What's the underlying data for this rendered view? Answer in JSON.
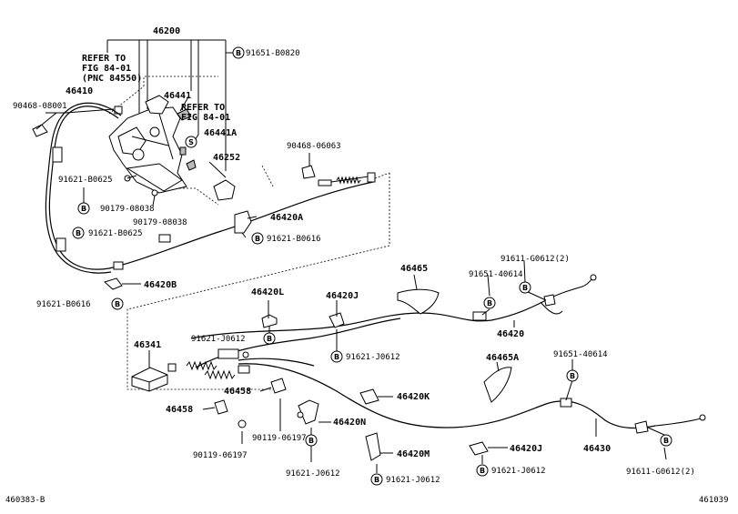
{
  "labels": {
    "p46200": "46200",
    "refer1_l1": "REFER TO",
    "refer1_l2": "FIG 84-01",
    "refer1_l3": "(PNC 84550)",
    "refer2_l1": "REFER TO",
    "refer2_l2": "FIG 84-01",
    "p91651_b0820": "91651-B0820",
    "p46410": "46410",
    "p90468_08001": "90468-08001",
    "p46441": "46441",
    "p46441a": "46441A",
    "p46252": "46252",
    "p90468_06063": "90468-06063",
    "p91621_b0625a": "91621-B0625",
    "p90179_08038a": "90179-08038",
    "p90179_08038b": "90179-08038",
    "p91621_b0625b": "91621-B0625",
    "p46420a": "46420A",
    "p91621_b0616a": "91621-B0616",
    "p46420b": "46420B",
    "p91621_b0616b": "91621-B0616",
    "p46465": "46465",
    "p91651_40614a": "91651-40614",
    "p91611_g0612a": "91611-G0612(2)",
    "p46420l": "46420L",
    "p46420j_a": "46420J",
    "p46420": "46420",
    "p46341": "46341",
    "p91621_j0612a": "91621-J0612",
    "p91621_j0612b": "91621-J0612",
    "p46465a": "46465A",
    "p91651_40614b": "91651-40614",
    "p46458a": "46458",
    "p46420k": "46420K",
    "p46458b": "46458",
    "p90119_06197a": "90119-06197",
    "p46420n": "46420N",
    "p90119_06197b": "90119-06197",
    "p46420m": "46420M",
    "p46420j_b": "46420J",
    "p46430": "46430",
    "p91621_j0612c": "91621-J0612",
    "p91621_j0612d": "91621-J0612",
    "p91621_j0612e": "91621-J0612",
    "p91611_g0612b": "91611-G0612(2)",
    "footer_left": "460383-B",
    "footer_right": "461039",
    "badge": "B",
    "badge_s": "S"
  }
}
